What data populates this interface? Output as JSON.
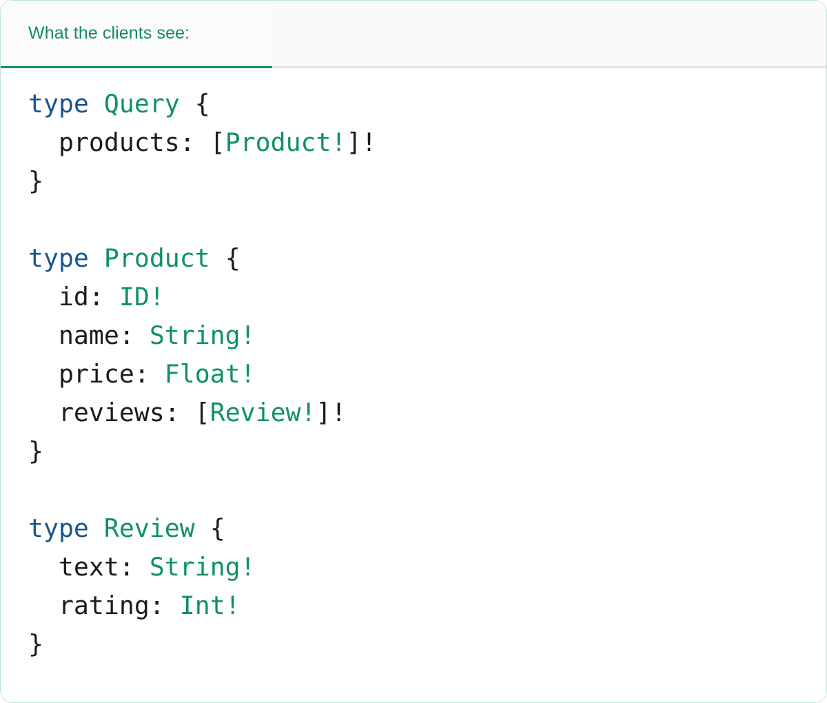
{
  "card": {
    "border_color": "#bfe3d2",
    "background": "#ffffff"
  },
  "tabbar": {
    "background": "#fafafa",
    "divider_color": "#e4e4e4",
    "active_tab": {
      "label": "What the clients see:",
      "underline_color": "#13906a",
      "text_color": "#138a63"
    }
  },
  "code": {
    "language": "graphql",
    "colors": {
      "keyword": "#16558f",
      "type": "#0f9068",
      "punctuation": "#1b1b1b",
      "field": "#1b1b1b"
    },
    "raw_text": "type Query {\n  products: [Product!]!\n}\n\ntype Product {\n  id: ID!\n  name: String!\n  price: Float!\n  reviews: [Review!]!\n}\n\ntype Review {\n  text: String!\n  rating: Int!\n}",
    "lines": [
      {
        "segments": [
          {
            "t": "type",
            "c": "kw"
          },
          {
            "t": " ",
            "c": "punc"
          },
          {
            "t": "Query",
            "c": "type"
          },
          {
            "t": " {",
            "c": "punc"
          }
        ]
      },
      {
        "segments": [
          {
            "t": "  products: ",
            "c": "field"
          },
          {
            "t": "[",
            "c": "punc"
          },
          {
            "t": "Product!",
            "c": "type"
          },
          {
            "t": "]!",
            "c": "punc"
          }
        ]
      },
      {
        "segments": [
          {
            "t": "}",
            "c": "punc"
          }
        ]
      },
      {
        "segments": []
      },
      {
        "segments": [
          {
            "t": "type",
            "c": "kw"
          },
          {
            "t": " ",
            "c": "punc"
          },
          {
            "t": "Product",
            "c": "type"
          },
          {
            "t": " {",
            "c": "punc"
          }
        ]
      },
      {
        "segments": [
          {
            "t": "  id: ",
            "c": "field"
          },
          {
            "t": "ID!",
            "c": "type"
          }
        ]
      },
      {
        "segments": [
          {
            "t": "  name: ",
            "c": "field"
          },
          {
            "t": "String!",
            "c": "type"
          }
        ]
      },
      {
        "segments": [
          {
            "t": "  price: ",
            "c": "field"
          },
          {
            "t": "Float!",
            "c": "type"
          }
        ]
      },
      {
        "segments": [
          {
            "t": "  reviews: ",
            "c": "field"
          },
          {
            "t": "[",
            "c": "punc"
          },
          {
            "t": "Review!",
            "c": "type"
          },
          {
            "t": "]!",
            "c": "punc"
          }
        ]
      },
      {
        "segments": [
          {
            "t": "}",
            "c": "punc"
          }
        ]
      },
      {
        "segments": []
      },
      {
        "segments": [
          {
            "t": "type",
            "c": "kw"
          },
          {
            "t": " ",
            "c": "punc"
          },
          {
            "t": "Review",
            "c": "type"
          },
          {
            "t": " {",
            "c": "punc"
          }
        ]
      },
      {
        "segments": [
          {
            "t": "  text: ",
            "c": "field"
          },
          {
            "t": "String!",
            "c": "type"
          }
        ]
      },
      {
        "segments": [
          {
            "t": "  rating: ",
            "c": "field"
          },
          {
            "t": "Int!",
            "c": "type"
          }
        ]
      },
      {
        "segments": [
          {
            "t": "}",
            "c": "punc"
          }
        ]
      }
    ]
  }
}
